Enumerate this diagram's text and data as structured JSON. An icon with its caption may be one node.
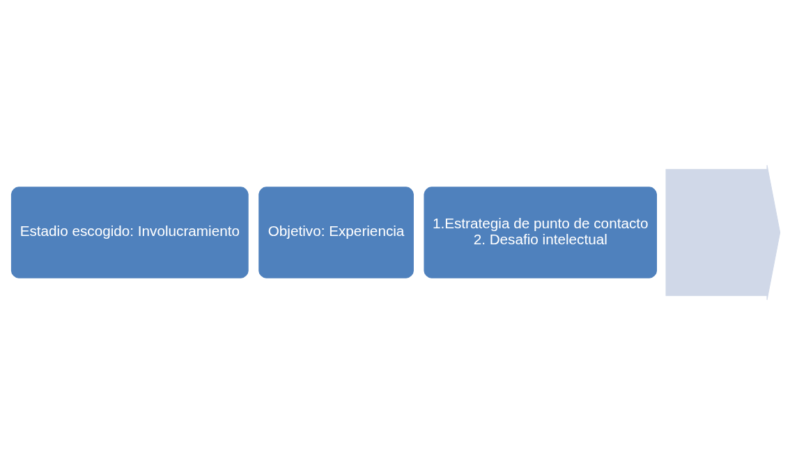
{
  "diagram": {
    "nodes": [
      {
        "text": [],
        "shape": "arrow"
      },
      {
        "text": [
          "Estadio escogido: Involucramiento"
        ]
      },
      {
        "text": [
          "Objetivo: Experiencia"
        ]
      },
      {
        "text": [
          "1.Estrategia de punto de contacto",
          "2. Desafio intelectual"
        ]
      }
    ]
  }
}
